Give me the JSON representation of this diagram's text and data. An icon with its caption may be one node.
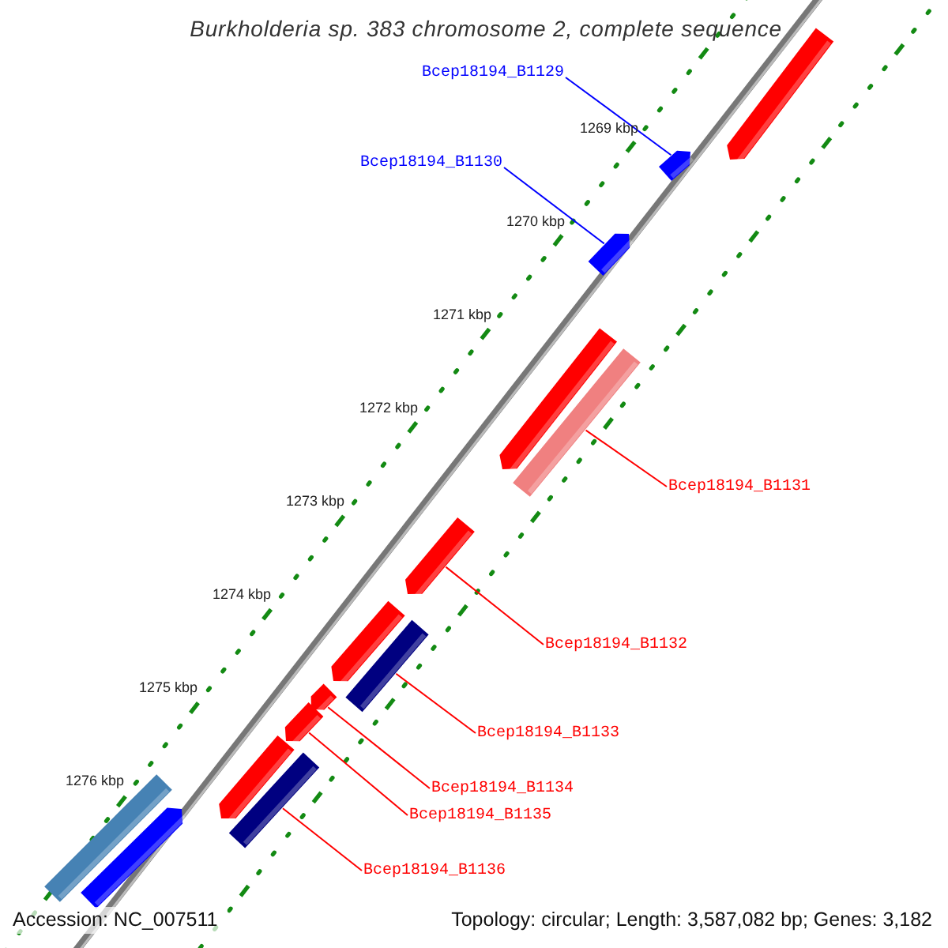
{
  "diagram": {
    "title": "Burkholderia sp. 383 chromosome 2, complete sequence",
    "nodes": [
      {
        "text": [
          "Bcep18194_B1129"
        ]
      },
      {
        "text": [
          "Bcep18194_B1130"
        ]
      },
      {
        "text": [
          "Bcep18194_B1131"
        ]
      },
      {
        "text": [
          "Bcep18194_B1132"
        ]
      },
      {
        "text": [
          "Bcep18194_B1133"
        ]
      },
      {
        "text": [
          "Bcep18194_B1134"
        ]
      },
      {
        "text": [
          "Bcep18194_B1135"
        ]
      },
      {
        "text": [
          "Bcep18194_B1136"
        ]
      },
      {
        "text": [],
        "shape": "arrow"
      },
      {
        "text": [],
        "shape": "arrow"
      },
      {
        "text": [],
        "shape": "arrow"
      },
      {
        "text": [],
        "shape": "arrow"
      },
      {
        "text": [],
        "shape": "bar"
      },
      {
        "text": [],
        "shape": "arrow"
      },
      {
        "text": [],
        "shape": "arrow"
      },
      {
        "text": [],
        "shape": "bar"
      },
      {
        "text": [],
        "shape": "arrow"
      },
      {
        "text": [],
        "shape": "arrow"
      },
      {
        "text": [],
        "shape": "arrow"
      },
      {
        "text": [],
        "shape": "bar"
      },
      {
        "text": [],
        "shape": "bar"
      },
      {
        "text": [],
        "shape": "arrow"
      }
    ],
    "edges": [
      {
        "from": 0,
        "to": 9,
        "arrow": "none",
        "color": "#0000ff"
      },
      {
        "from": 1,
        "to": 10,
        "arrow": "none",
        "color": "#0000ff"
      },
      {
        "from": 2,
        "to": 12,
        "arrow": "none"
      },
      {
        "from": 3,
        "to": 13,
        "arrow": "none"
      },
      {
        "from": 4,
        "to": 15,
        "arrow": "none"
      },
      {
        "from": 5,
        "to": 16,
        "arrow": "none"
      },
      {
        "from": 6,
        "to": 17,
        "arrow": "none"
      },
      {
        "from": 7,
        "to": 19,
        "arrow": "none"
      }
    ],
    "labels": [
      "1269 kbp",
      "1270 kbp",
      "1271 kbp",
      "1272 kbp",
      "1273 kbp",
      "1274 kbp",
      "1275 kbp",
      "1276 kbp",
      "Accession: NC_007511",
      "Topology: circular; Length: 3,587,082 bp; Genes: 3,182"
    ]
  }
}
